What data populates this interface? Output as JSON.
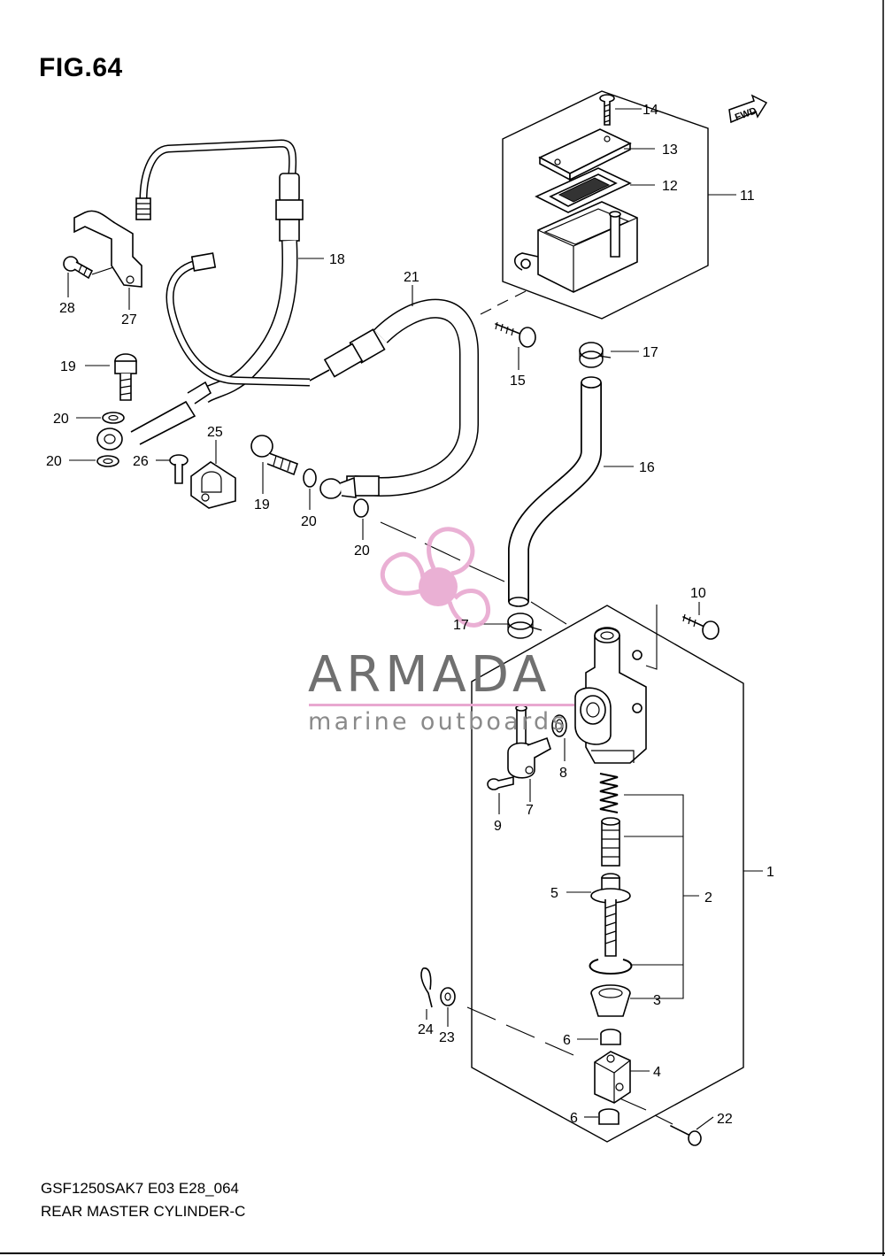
{
  "figure": {
    "title": "FIG.64"
  },
  "footer": {
    "code": "GSF1250SAK7 E03 E28_064",
    "name": "REAR MASTER CYLINDER-C"
  },
  "badge": {
    "fwd": "FWD"
  },
  "watermark": {
    "brand": "ARMADA",
    "tagline": "marine outboards",
    "color": "#e8a8d0"
  },
  "callouts": [
    {
      "id": "c1",
      "text": "1"
    },
    {
      "id": "c2",
      "text": "2"
    },
    {
      "id": "c3",
      "text": "3"
    },
    {
      "id": "c4",
      "text": "4"
    },
    {
      "id": "c5",
      "text": "5"
    },
    {
      "id": "c6a",
      "text": "6"
    },
    {
      "id": "c6b",
      "text": "6"
    },
    {
      "id": "c7",
      "text": "7"
    },
    {
      "id": "c8",
      "text": "8"
    },
    {
      "id": "c9",
      "text": "9"
    },
    {
      "id": "c10",
      "text": "10"
    },
    {
      "id": "c11",
      "text": "11"
    },
    {
      "id": "c12",
      "text": "12"
    },
    {
      "id": "c13",
      "text": "13"
    },
    {
      "id": "c14",
      "text": "14"
    },
    {
      "id": "c15",
      "text": "15"
    },
    {
      "id": "c16",
      "text": "16"
    },
    {
      "id": "c17a",
      "text": "17"
    },
    {
      "id": "c17b",
      "text": "17"
    },
    {
      "id": "c18",
      "text": "18"
    },
    {
      "id": "c19a",
      "text": "19"
    },
    {
      "id": "c19b",
      "text": "19"
    },
    {
      "id": "c20a",
      "text": "20"
    },
    {
      "id": "c20b",
      "text": "20"
    },
    {
      "id": "c20c",
      "text": "20"
    },
    {
      "id": "c20d",
      "text": "20"
    },
    {
      "id": "c21",
      "text": "21"
    },
    {
      "id": "c22",
      "text": "22"
    },
    {
      "id": "c23",
      "text": "23"
    },
    {
      "id": "c24",
      "text": "24"
    },
    {
      "id": "c25",
      "text": "25"
    },
    {
      "id": "c26",
      "text": "26"
    },
    {
      "id": "c27",
      "text": "27"
    },
    {
      "id": "c28",
      "text": "28"
    }
  ]
}
